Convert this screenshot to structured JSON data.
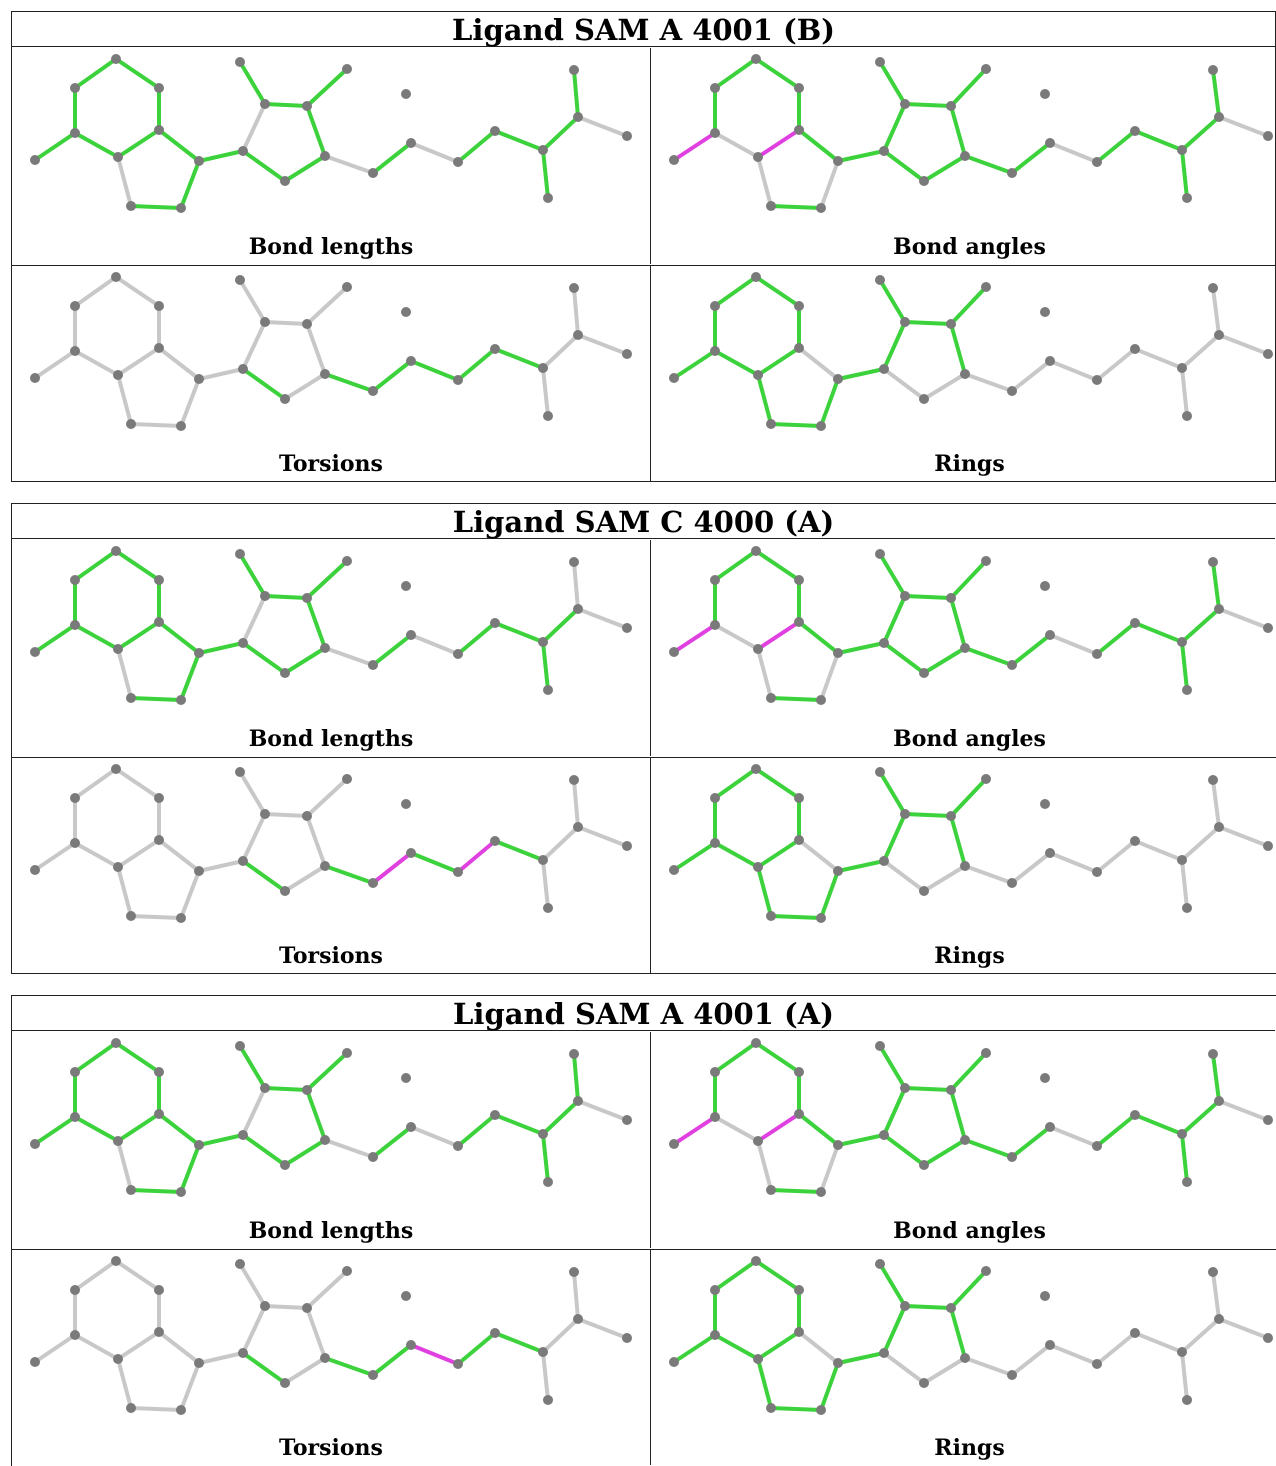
{
  "colors": {
    "ok_bond": "#3cd23c",
    "outlier_bond": "#e040e0",
    "neutral_bond": "#c8c8c8",
    "atom": "#7a7a7a"
  },
  "ligands": [
    {
      "title": "Ligand SAM A 4001 (B)",
      "panels": [
        {
          "caption": "Bond lengths",
          "green": [
            0,
            1,
            2,
            3,
            4,
            5,
            6,
            8,
            9,
            10,
            11,
            13,
            14,
            15,
            16,
            17,
            18,
            20,
            22,
            23,
            24,
            25,
            26
          ],
          "magenta": []
        },
        {
          "caption": "Bond angles",
          "green": [
            0,
            1,
            5,
            6,
            8,
            10,
            11,
            12,
            13,
            14,
            15,
            16,
            17,
            18,
            19,
            20,
            22,
            23,
            24,
            25,
            26
          ],
          "magenta": [
            3,
            4
          ]
        },
        {
          "caption": "Torsions",
          "green": [
            18,
            19,
            20,
            21,
            22,
            23
          ],
          "magenta": []
        },
        {
          "caption": "Rings",
          "green": [
            0,
            1,
            2,
            3,
            4,
            5,
            6,
            7,
            8,
            9,
            11,
            12,
            13,
            14,
            15,
            16
          ],
          "magenta": []
        }
      ]
    },
    {
      "title": "Ligand SAM C 4000 (A)",
      "panels": [
        {
          "caption": "Bond lengths",
          "green": [
            0,
            1,
            2,
            3,
            4,
            5,
            6,
            8,
            9,
            10,
            11,
            13,
            14,
            15,
            16,
            17,
            18,
            20,
            22,
            23,
            24,
            25
          ],
          "magenta": []
        },
        {
          "caption": "Bond angles",
          "green": [
            0,
            1,
            5,
            6,
            8,
            10,
            11,
            12,
            13,
            14,
            15,
            16,
            17,
            18,
            19,
            20,
            22,
            23,
            24,
            25,
            26
          ],
          "magenta": [
            3,
            4
          ]
        },
        {
          "caption": "Torsions",
          "green": [
            18,
            19,
            21,
            23
          ],
          "magenta": [
            20,
            22
          ]
        },
        {
          "caption": "Rings",
          "green": [
            0,
            1,
            2,
            3,
            4,
            5,
            6,
            7,
            8,
            9,
            11,
            12,
            13,
            14,
            15,
            16
          ],
          "magenta": []
        }
      ]
    },
    {
      "title": "Ligand SAM A 4001 (A)",
      "panels": [
        {
          "caption": "Bond lengths",
          "green": [
            0,
            1,
            2,
            3,
            4,
            5,
            6,
            8,
            9,
            10,
            11,
            13,
            14,
            15,
            16,
            17,
            18,
            20,
            22,
            23,
            24,
            25,
            26
          ],
          "magenta": []
        },
        {
          "caption": "Bond angles",
          "green": [
            0,
            1,
            5,
            6,
            8,
            10,
            11,
            12,
            13,
            14,
            15,
            16,
            17,
            18,
            19,
            20,
            22,
            23,
            24,
            25,
            26
          ],
          "magenta": [
            3,
            4
          ]
        },
        {
          "caption": "Torsions",
          "green": [
            18,
            19,
            20,
            22,
            23
          ],
          "magenta": [
            21
          ]
        },
        {
          "caption": "Rings",
          "green": [
            0,
            1,
            2,
            3,
            4,
            5,
            6,
            7,
            8,
            9,
            11,
            12,
            13,
            14,
            15,
            16
          ],
          "magenta": []
        }
      ]
    }
  ]
}
